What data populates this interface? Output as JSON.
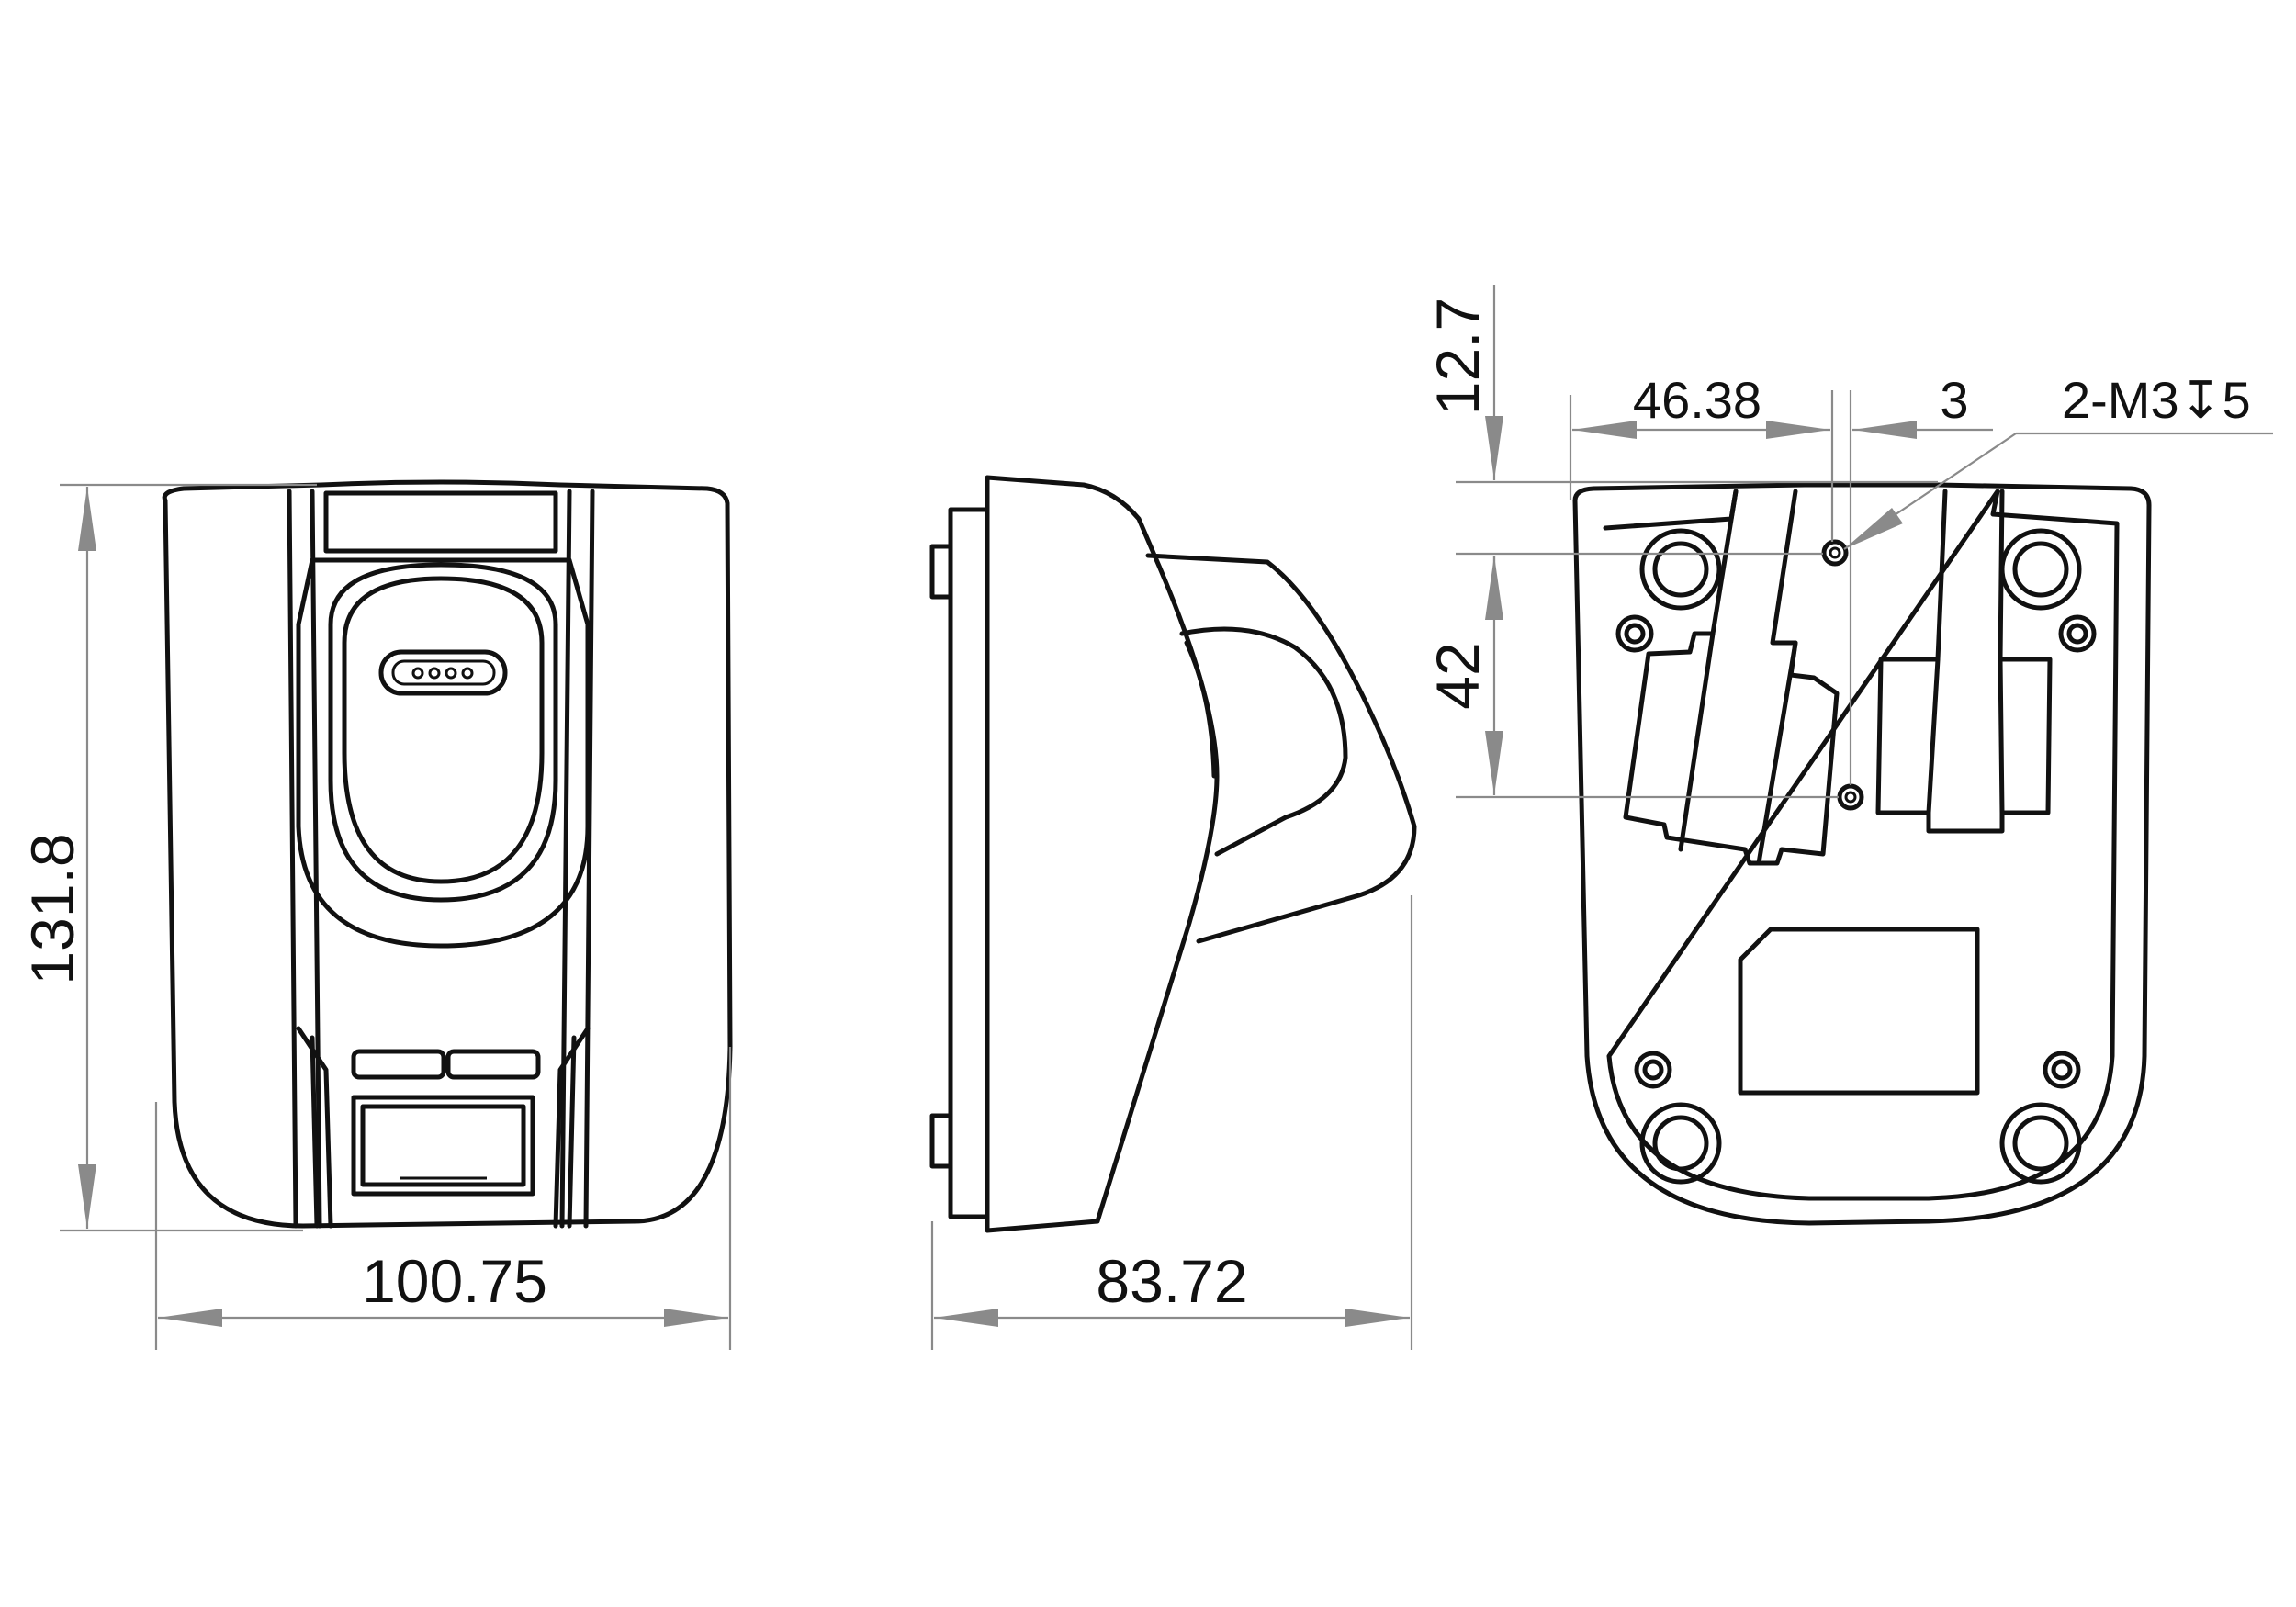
{
  "dimensions": {
    "front_height": "131.8",
    "front_width": "100.75",
    "side_depth": "83.72",
    "bottom_top_offset": "12.7",
    "bottom_hole_spacing_vertical": "42",
    "bottom_hole_offset_horizontal": "46.38",
    "bottom_hole_small_offset": "3",
    "bottom_hole_callout": "2-M3↧5"
  },
  "colors": {
    "object_line": "#111111",
    "dimension_line": "#8a8a8a"
  }
}
